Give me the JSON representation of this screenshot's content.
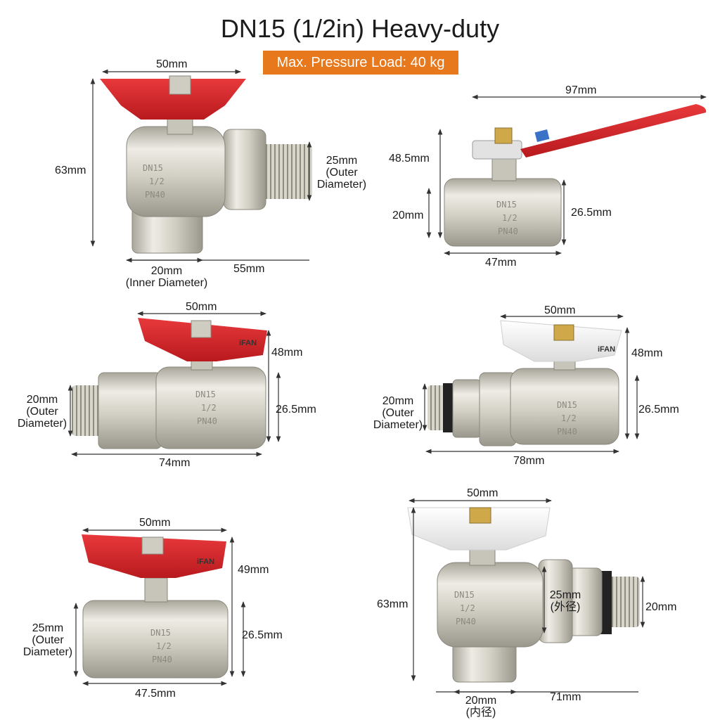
{
  "header": {
    "title": "DN15 (1/2in) Heavy-duty",
    "badge": "Max. Pressure Load: 40 kg"
  },
  "colors": {
    "badge": "#e8781c",
    "red_handle": "#d8262a",
    "white_handle": "#f2f2f2",
    "brass_nickel": "#d6d3c8",
    "dimension_line": "#333333"
  },
  "brand": "iFAN",
  "valves": [
    {
      "name": "angle-valve-red-t-handle",
      "stamp": [
        "DN15",
        "1/2",
        "PN40"
      ],
      "dims": {
        "width": "50mm",
        "height": "63mm",
        "thread": "25mm",
        "thread_note_1": "(Outer",
        "thread_note_2": "Diameter)",
        "inner": "20mm",
        "inner_note": "(Inner Diameter)",
        "length": "55mm"
      }
    },
    {
      "name": "lever-valve-red-handle",
      "stamp": [
        "DN15",
        "1/2",
        "PN40"
      ],
      "dims": {
        "lever": "97mm",
        "height": "48.5mm",
        "bore": "20mm",
        "body": "26.5mm",
        "length": "47mm"
      }
    },
    {
      "name": "straight-union-valve-red",
      "stamp": [
        "DN15",
        "1/2",
        "PN40"
      ],
      "dims": {
        "width": "50mm",
        "height": "48mm",
        "thread": "20mm",
        "thread_note_1": "(Outer",
        "thread_note_2": "Diameter)",
        "body": "26.5mm",
        "length": "74mm"
      }
    },
    {
      "name": "straight-union-valve-white",
      "stamp": [
        "DN15",
        "1/2",
        "PN40"
      ],
      "dims": {
        "width": "50mm",
        "height": "48mm",
        "thread": "20mm",
        "thread_note_1": "(Outer",
        "thread_note_2": "Diameter)",
        "body": "26.5mm",
        "length": "78mm"
      }
    },
    {
      "name": "female-valve-red",
      "stamp": [
        "DN15",
        "1/2",
        "PN40"
      ],
      "dims": {
        "width": "50mm",
        "height": "49mm",
        "thread": "25mm",
        "thread_note_1": "(Outer",
        "thread_note_2": "Diameter)",
        "body": "26.5mm",
        "length": "47.5mm"
      }
    },
    {
      "name": "angle-union-valve-white",
      "stamp": [
        "DN15",
        "1/2",
        "PN40"
      ],
      "dims": {
        "width": "50mm",
        "height": "63mm",
        "outer": "25mm",
        "outer_note": "(外径)",
        "thread": "20mm",
        "inner": "20mm",
        "inner_note": "(内径)",
        "length": "71mm"
      }
    }
  ]
}
